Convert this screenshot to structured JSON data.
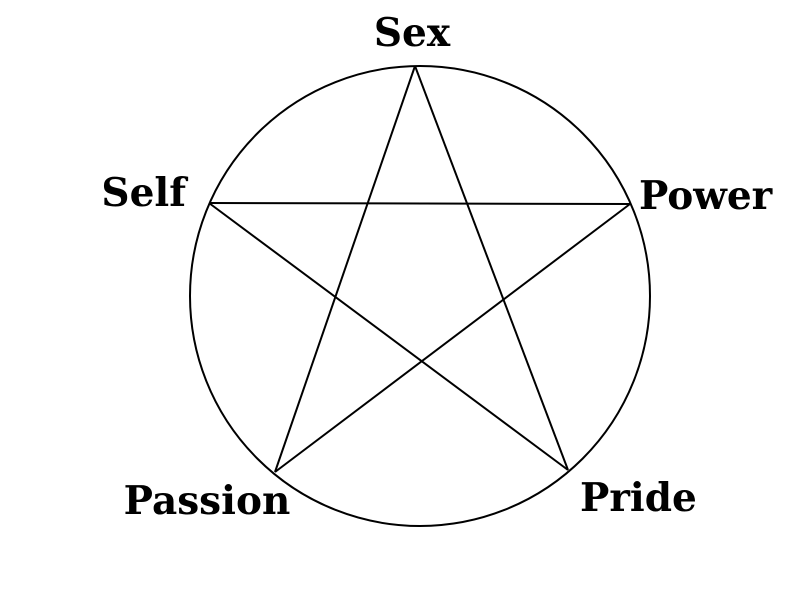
{
  "diagram": {
    "labels": {
      "top": "Sex",
      "upper_right": "Power",
      "upper_left": "Self",
      "lower_left": "Passion",
      "lower_right": "Pride"
    },
    "colors": {
      "line": "#000000",
      "background": "#ffffff",
      "text": "#000000"
    }
  }
}
